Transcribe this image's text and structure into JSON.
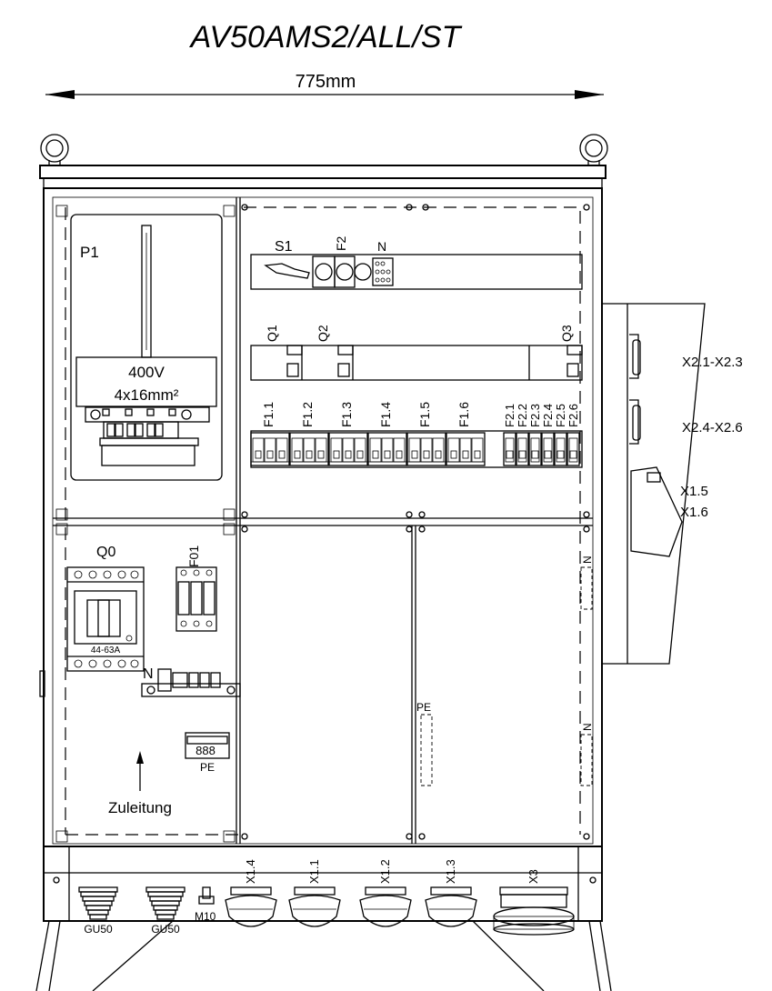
{
  "title": "AV50AMS2/ALL/ST",
  "width_label": "775mm",
  "panel_labels": {
    "p1": "P1",
    "meter_voltage": "400V",
    "meter_cable": "4x16mm²",
    "s1": "S1",
    "f2": "F2",
    "n_top": "N",
    "q1": "Q1",
    "q2": "Q2",
    "q3": "Q3",
    "q0": "Q0",
    "q0_rating": "44-63A",
    "f01": "F01",
    "n_left": "N",
    "pe_left": "PE",
    "pe_mid": "PE",
    "n_right_1": "N",
    "n_right_2": "N",
    "supply": "Zuleitung",
    "m10": "M10",
    "display": "888"
  },
  "breakers": [
    "F1.1",
    "F1.2",
    "F1.3",
    "F1.4",
    "F1.5",
    "F1.6"
  ],
  "rcbos": [
    "F2.1",
    "F2.2",
    "F2.3",
    "F2.4",
    "F2.5",
    "F2.6"
  ],
  "sockets_bottom": [
    "X1.4",
    "X1.1",
    "X1.2",
    "X1.3",
    "X3"
  ],
  "glands": [
    "GU50",
    "GU50"
  ],
  "side_sockets": {
    "s1": "X2.1-X2.3",
    "s2": "X2.4-X2.6",
    "s3a": "X1.5",
    "s3b": "X1.6"
  }
}
